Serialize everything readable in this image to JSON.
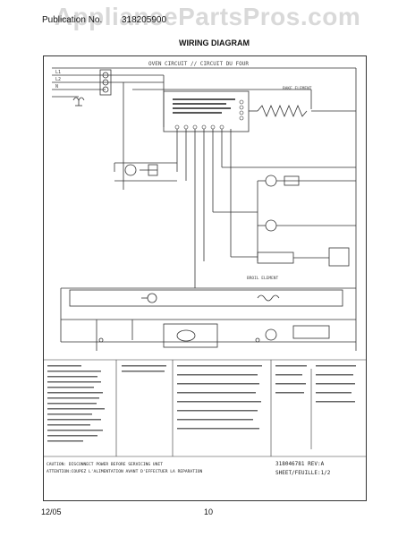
{
  "watermark": "AppliancePartsPros.com",
  "header": {
    "publication_label": "Publication No.",
    "publication_number": "318205900"
  },
  "title": "WIRING DIAGRAM",
  "diagram": {
    "doc_number": "318046781 REV:A",
    "sheet": "SHEET/FEUILLE:1/2",
    "caution_en": "CAUTION: DISCONNECT POWER BEFORE SERVICING UNIT",
    "caution_fr": "ATTENTION:COUPEZ L'ALIMENTATION AVANT D'EFFECTUER LA REPARATION",
    "labels": {
      "oven_circuit": "OVEN CIRCUIT // CIRCUIT DU FOUR",
      "bake_element": "BAKE ELEMENT",
      "broil_element": "BROIL ELEMENT",
      "l1": "L1",
      "l2": "L2",
      "n": "N"
    }
  },
  "footer": {
    "date": "12/05",
    "page": "10"
  }
}
